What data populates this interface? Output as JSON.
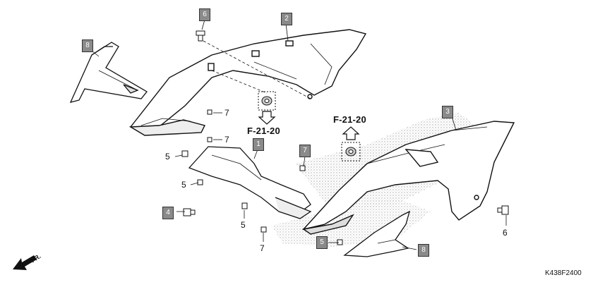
{
  "callouts": {
    "c1": "1",
    "c2": "2",
    "c3": "3",
    "c4": "4",
    "c5_lower": "5",
    "c6_top": "6",
    "c7_mid": "7",
    "c8_left": "8",
    "c8_right": "8"
  },
  "numbers": {
    "n7_a": "7",
    "n7_b": "7",
    "n5_a": "5",
    "n5_b": "5",
    "n5_c": "5",
    "n7_c": "7",
    "n6_right": "6"
  },
  "references": {
    "left": "F-21-20",
    "right": "F-21-20"
  },
  "front_indicator": "FR.",
  "figure_code": "K438F2400"
}
